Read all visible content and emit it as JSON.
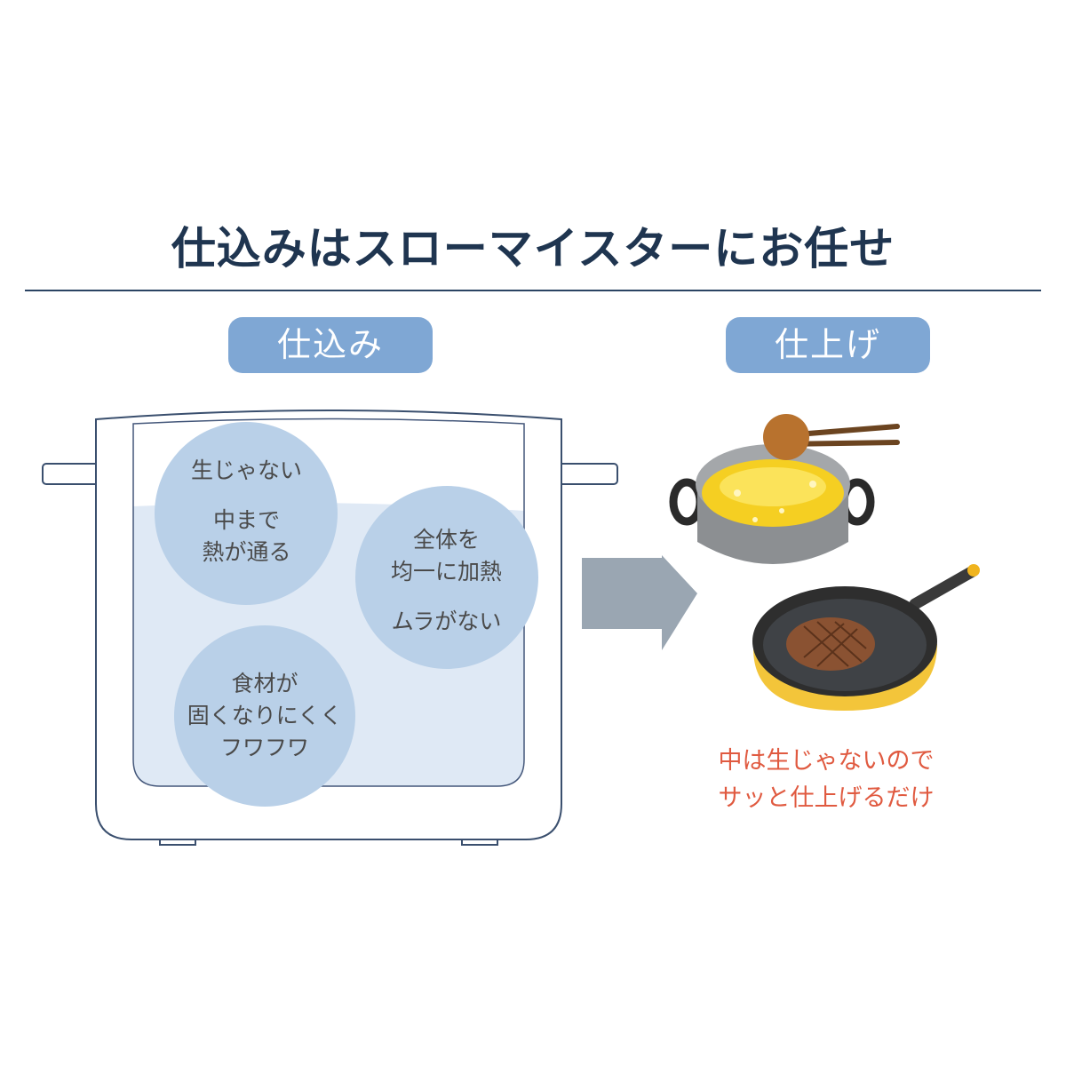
{
  "title": "仕込みはスローマイスターにお任せ",
  "left_label": "仕込み",
  "right_label": "仕上げ",
  "bubbles": [
    {
      "line1": "生じゃない",
      "line2": "中まで",
      "line3": "熱が通る"
    },
    {
      "line1": "全体を",
      "line2": "均一に加熱",
      "line3": "ムラがない"
    },
    {
      "line1": "食材が",
      "line2": "固くなりにくく",
      "line3": "フワフワ"
    }
  ],
  "note": {
    "line1": "中は生じゃないので",
    "line2": "サッと仕上げるだけ"
  },
  "colors": {
    "title": "#1f3550",
    "pill": "#7fa7d4",
    "bubble": "#b9d0e8",
    "water": "#dfe9f5",
    "arrow": "#9aa6b2",
    "note": "#e05a40"
  }
}
